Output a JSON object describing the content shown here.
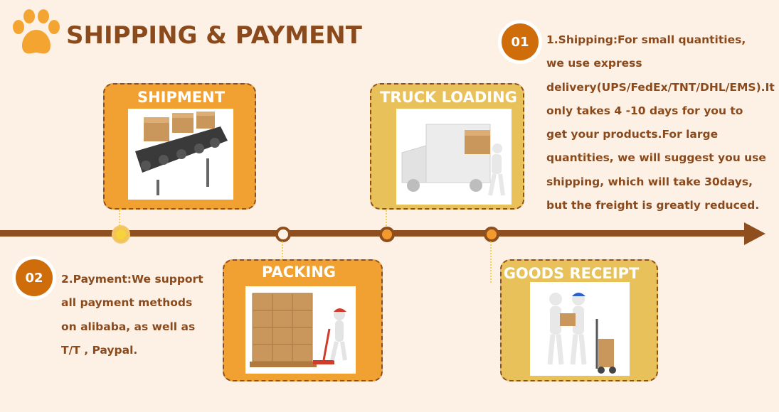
{
  "header": {
    "title": "SHIPPING & PAYMENT",
    "icon": "paw-icon"
  },
  "colors": {
    "brown": "#8e4e1d",
    "orange": "#f0a132",
    "gold": "#e8c15a",
    "background": "#fdf1e6",
    "badge": "#cf6d0a"
  },
  "steps": [
    {
      "label": "SHIPMENT",
      "image": "conveyor-boxes-image"
    },
    {
      "label": "PACKING",
      "image": "pallet-jack-worker-image"
    },
    {
      "label": "TRUCK LOADING",
      "image": "truck-loading-worker-image"
    },
    {
      "label": "GOODS RECEIPT",
      "image": "handover-workers-image"
    }
  ],
  "notes": [
    {
      "number": "01",
      "text": "1.Shipping:For small quantities, we use express delivery(UPS/FedEx/TNT/DHL/EMS).It only takes 4 -10 days for you to get your products.For large quantities, we will suggest you use shipping, which will take 30days, but the freight is greatly reduced."
    },
    {
      "number": "02",
      "text": "2.Payment:We support all payment methods on alibaba, as well as T/T , Paypal."
    }
  ]
}
